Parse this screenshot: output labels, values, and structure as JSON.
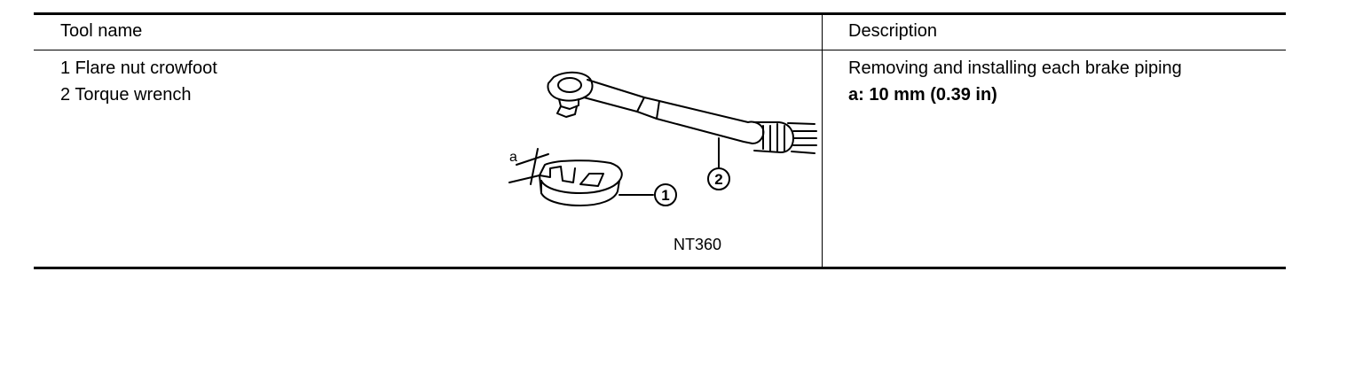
{
  "table": {
    "header": {
      "tool_name": "Tool name",
      "description": "Description"
    },
    "rows": [
      {
        "tools": [
          "1 Flare nut crowfoot",
          "2 Torque wrench"
        ],
        "figure": {
          "code": "NT360",
          "dimension_label": "a",
          "callouts": [
            "1",
            "2"
          ]
        },
        "description": {
          "text": "Removing and installing each brake piping",
          "spec": "a: 10 mm (0.39 in)"
        }
      }
    ]
  }
}
